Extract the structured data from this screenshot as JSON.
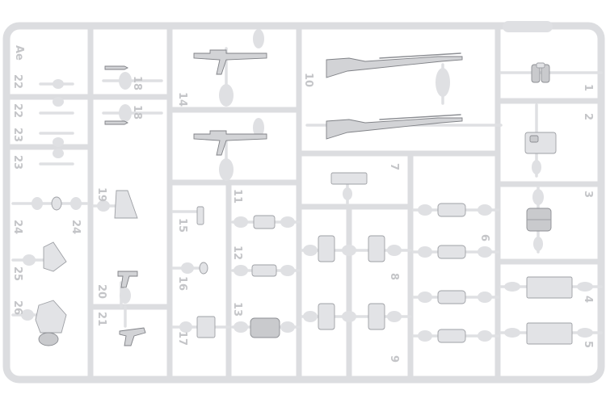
{
  "sprue": {
    "code": "Ae",
    "colors": {
      "plastic": "#dcdde0",
      "shadow": "#9ea0a5",
      "background": "#ffffff"
    }
  },
  "part_numbers": {
    "n1": "1",
    "n2": "2",
    "n3": "3",
    "n4": "4",
    "n5": "5",
    "n6": "6",
    "n7": "7",
    "n8": "8",
    "n9": "9",
    "n10": "10",
    "n11": "11",
    "n12": "12",
    "n13": "13",
    "n14": "14",
    "n15": "15",
    "n16": "16",
    "n17": "17",
    "n18": "18",
    "n19": "19",
    "n20": "20",
    "n21": "21",
    "n22": "22",
    "n23": "23",
    "n24": "24",
    "n25": "25",
    "n26": "26"
  }
}
